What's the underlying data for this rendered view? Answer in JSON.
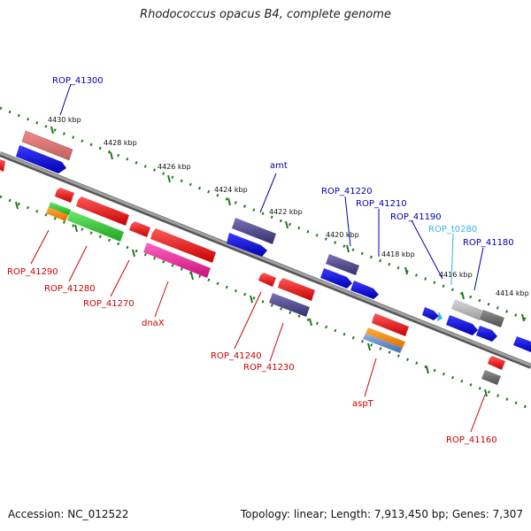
{
  "title": "Rhodococcus opacus B4, complete genome",
  "accession": "Accession: NC_012522",
  "topology": "Topology: linear; Length: 7,913,450 bp; Genes: 7,307",
  "colors": {
    "backbone": "#8a8a8a",
    "tick": "#1e7a1e",
    "gene_label": "#cc0000",
    "upper_label": "#0000aa",
    "trna_label": "#33b5e5"
  },
  "scale_labels": [
    "4430 kbp",
    "4428 kbp",
    "4426 kbp",
    "4424 kbp",
    "4422 kbp",
    "4420 kbp",
    "4418 kbp",
    "4416 kbp",
    "4414 kbp"
  ],
  "upper_labels": [
    {
      "text": "ROP_41300",
      "color": "#0000aa"
    },
    {
      "text": "amt",
      "color": "#0000aa"
    },
    {
      "text": "ROP_41220",
      "color": "#0000aa"
    },
    {
      "text": "ROP_41210",
      "color": "#0000aa"
    },
    {
      "text": "ROP_41190",
      "color": "#0000aa"
    },
    {
      "text": "ROP_t0280",
      "color": "#33b5e5"
    },
    {
      "text": "ROP_41180",
      "color": "#0000aa"
    }
  ],
  "lower_labels": [
    {
      "text": "ROP_41290"
    },
    {
      "text": "ROP_41280"
    },
    {
      "text": "ROP_41270"
    },
    {
      "text": "dnaX"
    },
    {
      "text": "ROP_41240"
    },
    {
      "text": "ROP_41230"
    },
    {
      "text": "aspT"
    },
    {
      "text": "ROP_41160"
    }
  ]
}
